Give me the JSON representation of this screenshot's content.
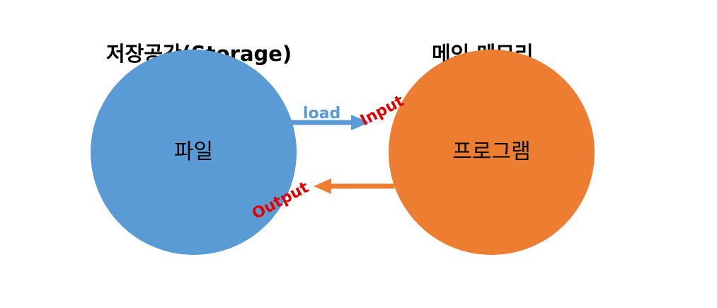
{
  "storage": {
    "title": "저장공간(Storage)",
    "node_label": "파일",
    "color": "#5B9BD5"
  },
  "memory": {
    "title": "메인 메모리",
    "node_label": "프로그램",
    "color": "#ED7D31"
  },
  "arrows": {
    "load_label": "load",
    "load_color": "#5B9BD5",
    "input_label": "Input",
    "output_arrow_color": "#ED7D31",
    "output_label": "Output",
    "io_label_color": "#E30000"
  }
}
